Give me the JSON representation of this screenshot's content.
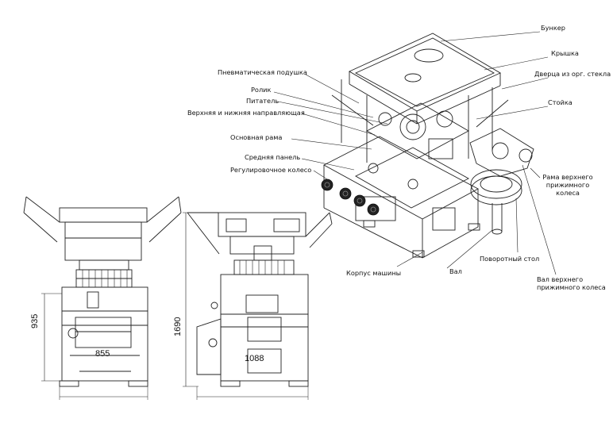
{
  "labels": {
    "hopper": "Бункер",
    "lid": "Крышка",
    "plexi_door": "Дверца из орг. стекла",
    "post": "Стойка",
    "pneumatic_cushion": "Пневматическая подушка",
    "roller": "Ролик",
    "feeder": "Питатель",
    "guides": "Верхняя и нижняя направляющая",
    "main_frame": "Основная рама",
    "middle_panel": "Средняя панель",
    "adjust_wheel": "Регулировочное колесо",
    "upper_wheel_frame": [
      "Рама  верхнего",
      "прижимного",
      "колеса"
    ],
    "body": "Корпус машины",
    "shaft": "Вал",
    "turntable": "Поворотный стол",
    "upper_wheel_shaft": [
      "Вал верхнего",
      "прижимного колеса"
    ]
  },
  "dimensions": {
    "front_height": "935",
    "front_width": "855",
    "side_height": "1690",
    "side_width": "1088"
  }
}
